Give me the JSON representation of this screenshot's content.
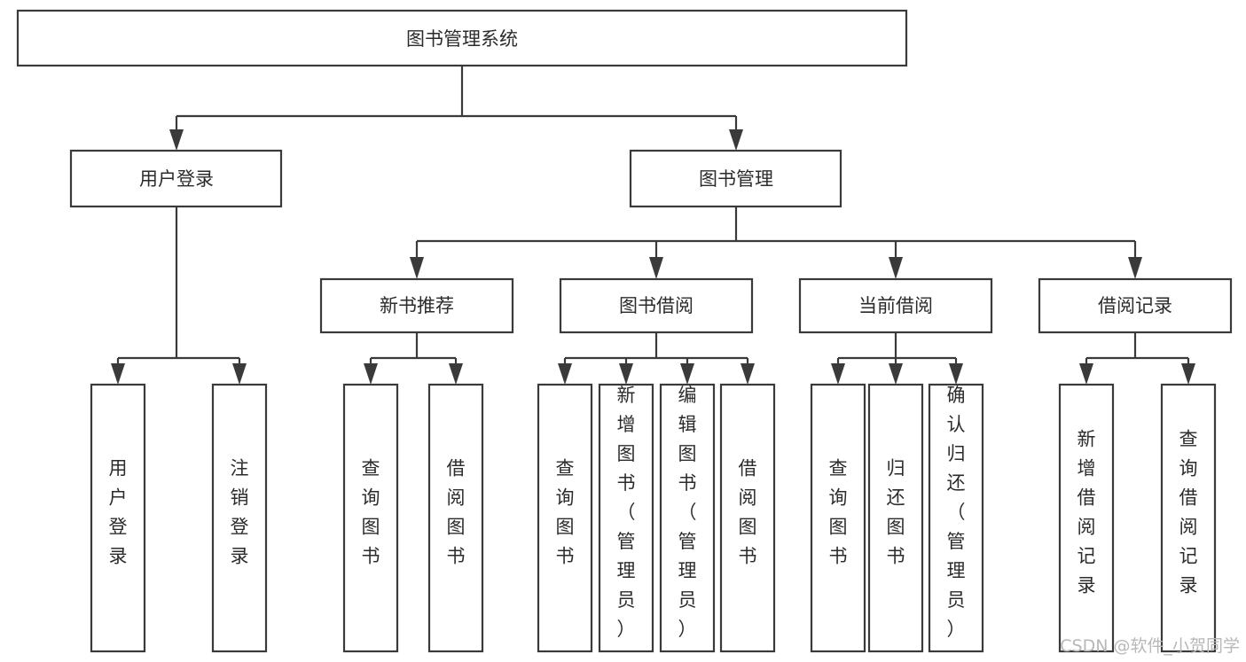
{
  "diagram": {
    "title": "图书管理系统",
    "type": "tree-hierarchy",
    "root": {
      "id": "root",
      "label": "图书管理系统"
    },
    "level2": [
      {
        "id": "user-login",
        "label": "用户登录"
      },
      {
        "id": "book-manage",
        "label": "图书管理"
      }
    ],
    "level3": [
      {
        "id": "new-book-recommend",
        "label": "新书推荐"
      },
      {
        "id": "book-borrow",
        "label": "图书借阅"
      },
      {
        "id": "current-borrow",
        "label": "当前借阅"
      },
      {
        "id": "borrow-record",
        "label": "借阅记录"
      }
    ],
    "leaves": {
      "user_login": [
        {
          "id": "leaf-user-login",
          "label": "用户登录"
        },
        {
          "id": "leaf-logout-login",
          "label": "注销登录"
        }
      ],
      "new_book_recommend": [
        {
          "id": "leaf-query-book-1",
          "label": "查询图书"
        },
        {
          "id": "leaf-borrow-book-1",
          "label": "借阅图书"
        }
      ],
      "book_borrow": [
        {
          "id": "leaf-query-book-2",
          "label": "查询图书"
        },
        {
          "id": "leaf-add-book",
          "label": "新增图书（管理员）"
        },
        {
          "id": "leaf-edit-book",
          "label": "编辑图书（管理员）"
        },
        {
          "id": "leaf-borrow-book-2",
          "label": "借阅图书"
        }
      ],
      "current_borrow": [
        {
          "id": "leaf-query-book-3",
          "label": "查询图书"
        },
        {
          "id": "leaf-return-book",
          "label": "归还图书"
        },
        {
          "id": "leaf-confirm-return",
          "label": "确认归还（管理员）"
        }
      ],
      "borrow_record": [
        {
          "id": "leaf-add-record",
          "label": "新增借阅记录"
        },
        {
          "id": "leaf-query-record",
          "label": "查询借阅记录"
        }
      ]
    },
    "colors": {
      "box_stroke": "#3a3a3a",
      "box_fill": "#ffffff",
      "text": "#2b2b2b",
      "connector": "#3a3a3a",
      "watermark": "#b8b8b8",
      "background": "#ffffff"
    }
  },
  "watermark": {
    "text": "CSDN @软件_小贺同学"
  }
}
